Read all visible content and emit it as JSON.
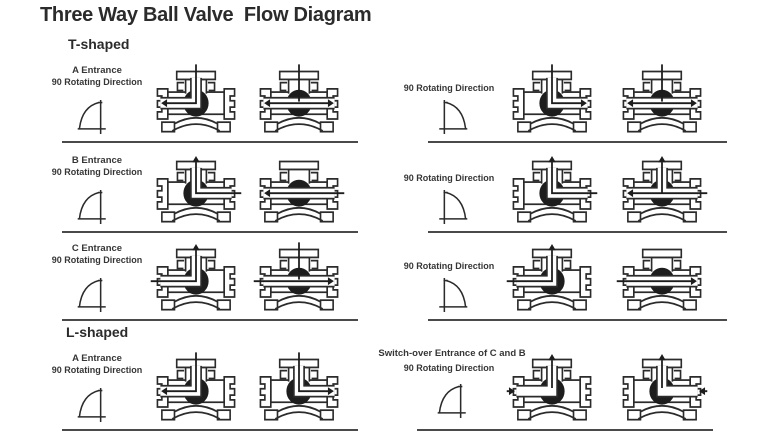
{
  "title": "Three Way Ball Valve  Flow Diagram",
  "colors": {
    "ink": "#2b2b2b",
    "ball": "#1d1d1d",
    "line": "#4a4a4a",
    "text": "#363636"
  },
  "icons": {
    "rotation_arc": "quarter-turn-arc-icon",
    "valve": "three-way-valve-section"
  },
  "sections": [
    {
      "heading": "T-shaped",
      "rows": [
        {
          "left": {
            "entrance": "A Entrance",
            "rotation": "90 Rotating Direction",
            "arc": "left",
            "valves": [
              "top-left",
              "lr-double"
            ]
          },
          "right": {
            "entrance": "",
            "rotation": "90 Rotating Direction",
            "arc": "right",
            "valves": [
              "top-right",
              "lr-double"
            ]
          }
        },
        {
          "left": {
            "entrance": "B Entrance",
            "rotation": "90 Rotating Direction",
            "arc": "left",
            "valves": [
              "right-up",
              "right-left"
            ]
          },
          "right": {
            "entrance": "",
            "rotation": "90 Rotating Direction",
            "arc": "right",
            "valves": [
              "right-up",
              "right-left-up"
            ]
          }
        },
        {
          "left": {
            "entrance": "C Entrance",
            "rotation": "90 Rotating Direction",
            "arc": "left",
            "valves": [
              "left-up",
              "left-right-stem"
            ]
          },
          "right": {
            "entrance": "",
            "rotation": "90 Rotating Direction",
            "arc": "right",
            "valves": [
              "left-up",
              "left-right"
            ]
          }
        }
      ]
    },
    {
      "heading": "L-shaped",
      "rows": [
        {
          "left": {
            "entrance": "A Entrance",
            "rotation": "90 Rotating Direction",
            "arc": "left",
            "valves": [
              "top-left",
              "top-right"
            ]
          },
          "right": {
            "entrance": "Switch-over Entrance of C and B",
            "rotation": "90 Rotating Direction",
            "arc": "left",
            "valves": [
              "in-left-up",
              "in-right-up"
            ]
          }
        }
      ]
    }
  ]
}
